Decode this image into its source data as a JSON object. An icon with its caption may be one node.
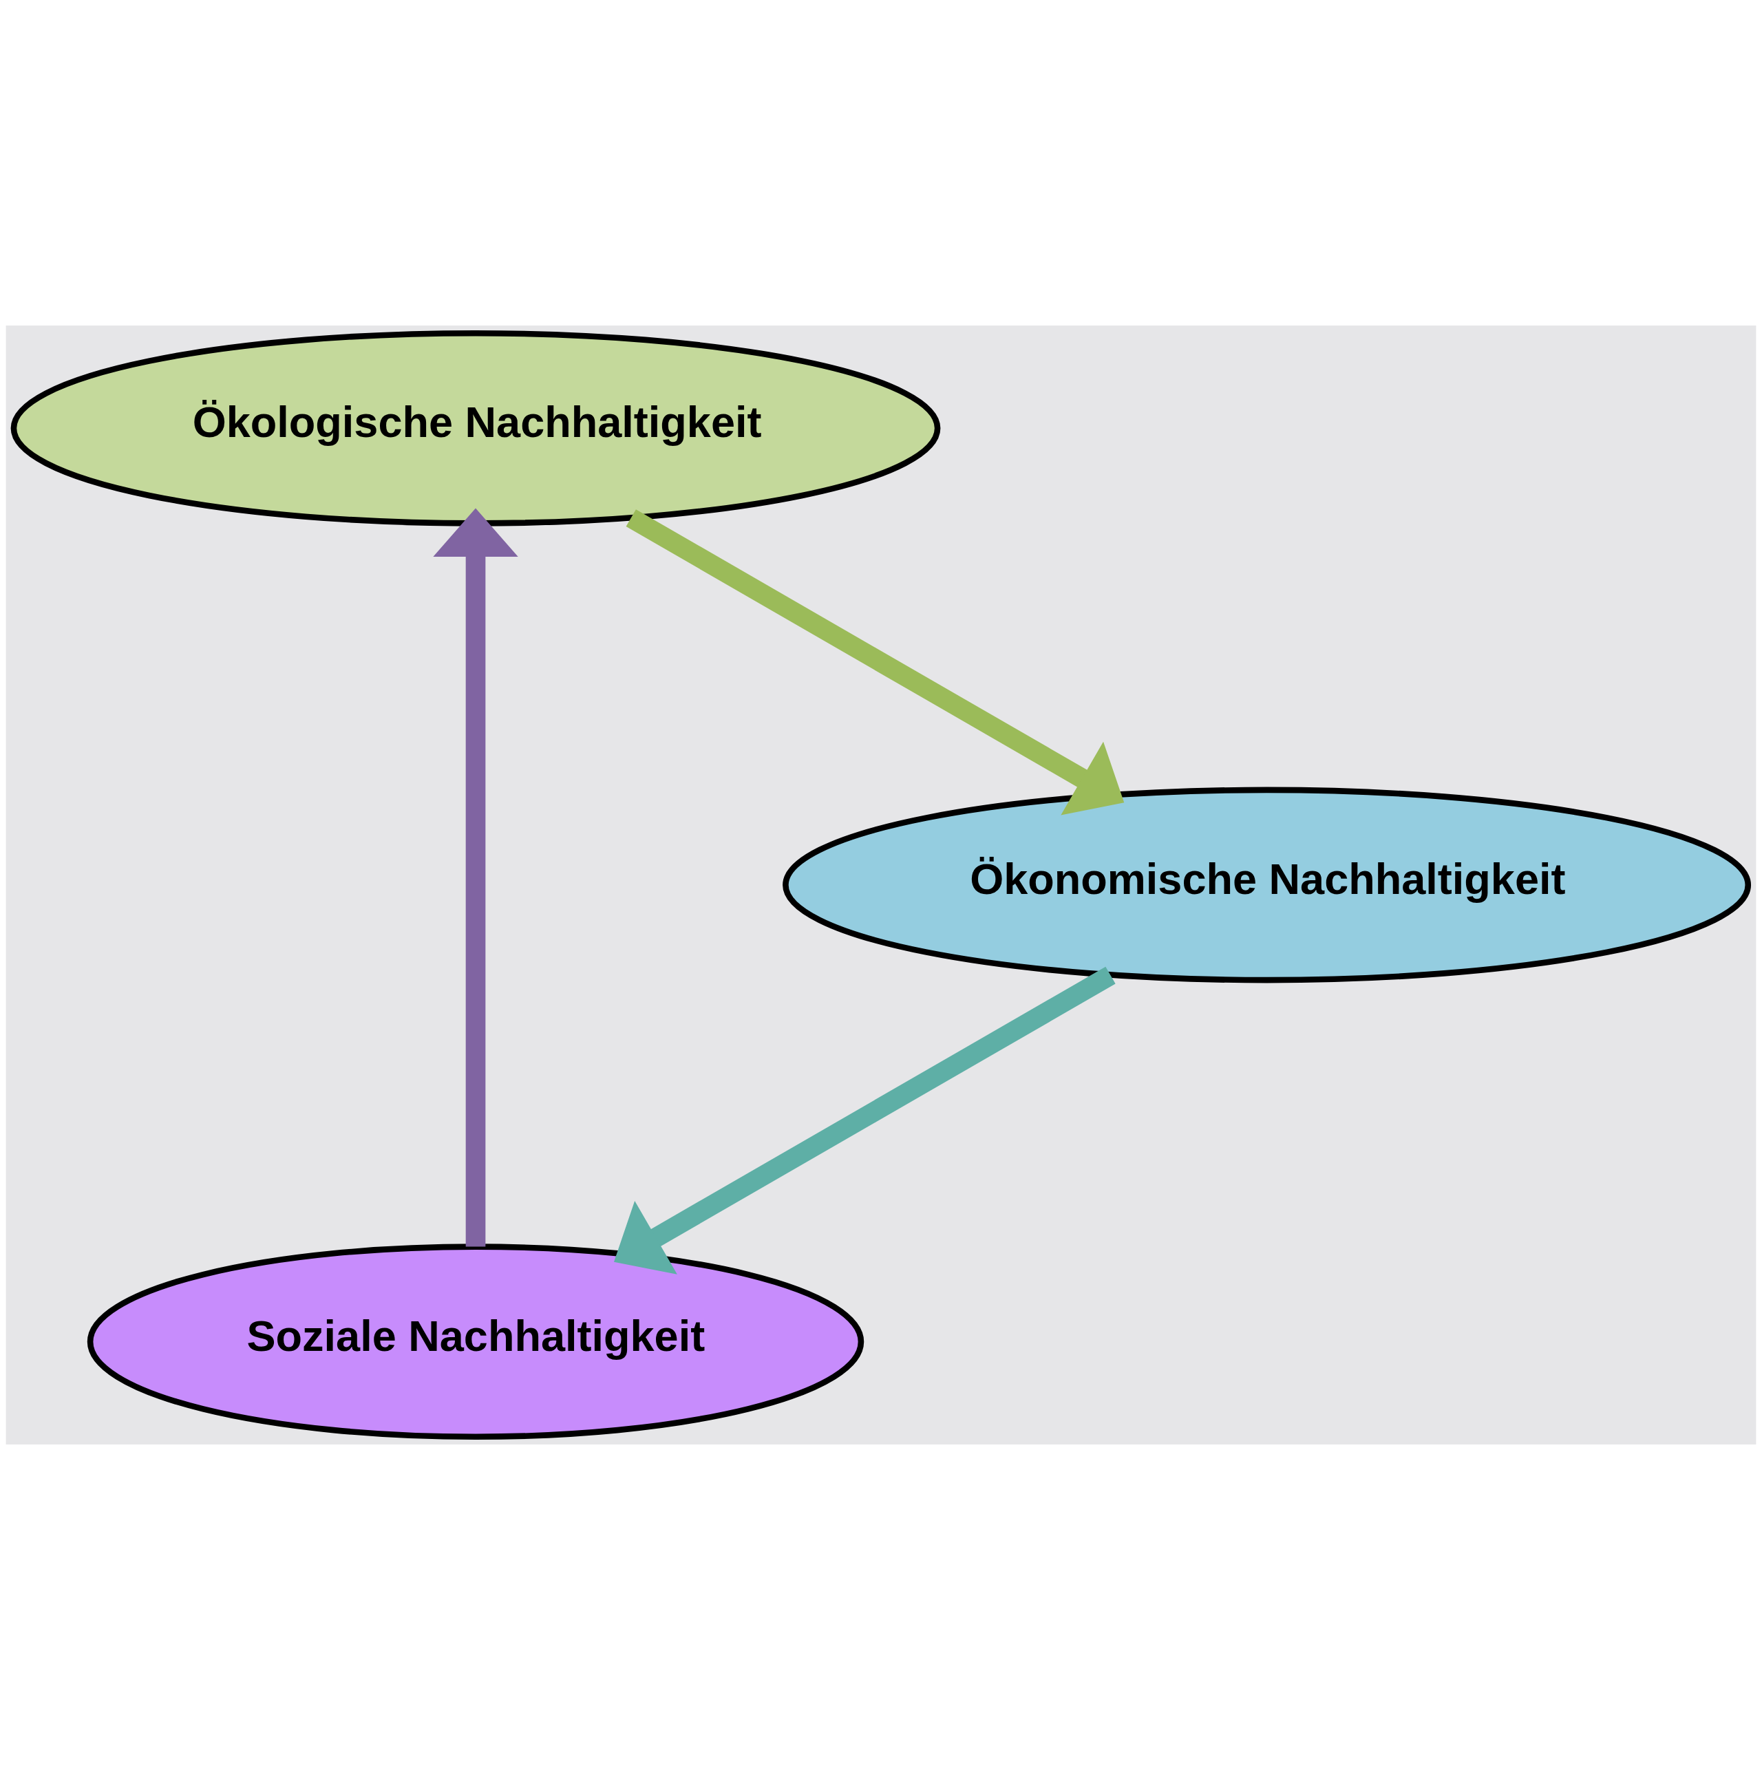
{
  "diagram": {
    "nodes": [
      {
        "text": [
          "Soziale Nachhaltigkeit"
        ]
      },
      {
        "text": [
          "Ökologische Nachhaltigkeit"
        ]
      },
      {
        "text": [
          "Ökonomische Nachhaltigkeit"
        ]
      }
    ],
    "edges": [
      {
        "from": 0,
        "to": 1,
        "arrow": "to",
        "color": "#8064a2"
      },
      {
        "from": 1,
        "to": 2,
        "arrow": "to",
        "color": "#9bbb59"
      },
      {
        "from": 2,
        "to": 0,
        "arrow": "to",
        "color": "#5eafa6"
      }
    ]
  }
}
